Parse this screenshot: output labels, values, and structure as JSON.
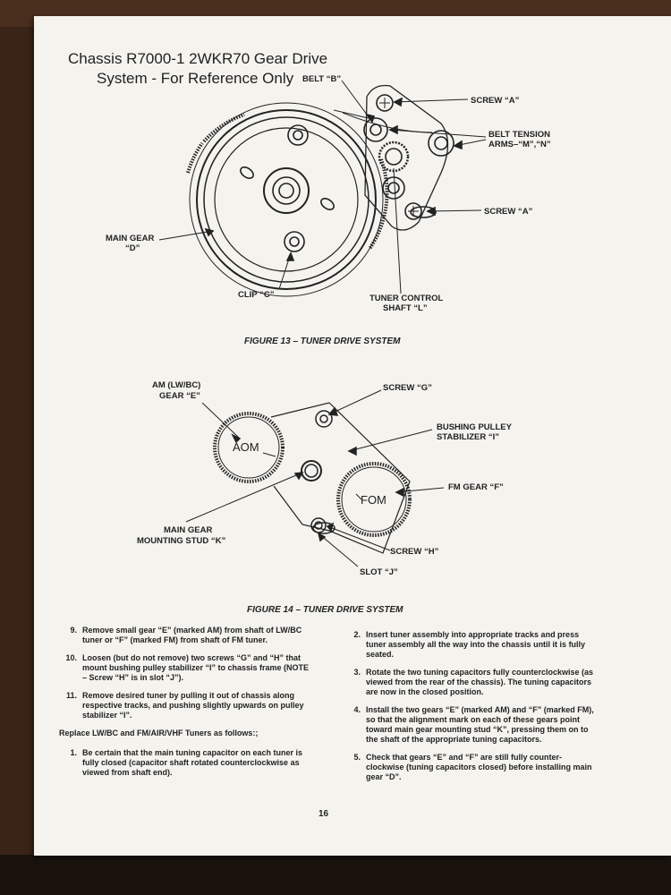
{
  "document": {
    "title_line1": "Chassis R7000-1 2WKR70 Gear Drive",
    "title_line2": "System - For Reference Only",
    "page_number": "16"
  },
  "figure13": {
    "caption": "FIGURE 13 – TUNER DRIVE SYSTEM",
    "labels": {
      "belt_b": "BELT “B”",
      "screw_a_top": "SCREW “A”",
      "belt_tension_1": "BELT TENSION",
      "belt_tension_2": "ARMS–“M”,“N”",
      "screw_a_bottom": "SCREW “A”",
      "main_gear_1": "MAIN GEAR",
      "main_gear_2": "“D”",
      "clip_c": "CLIP “C”",
      "tuner_control_1": "TUNER CONTROL",
      "tuner_control_2": "SHAFT “L”"
    }
  },
  "figure14": {
    "caption": "FIGURE 14 – TUNER DRIVE SYSTEM",
    "labels": {
      "am_gear_1": "AM (LW/BC)",
      "am_gear_2": "GEAR “E”",
      "screw_g": "SCREW “G”",
      "bushing_1": "BUSHING PULLEY",
      "bushing_2": "STABILIZER “I”",
      "fm_gear": "FM GEAR “F”",
      "main_stud_1": "MAIN GEAR",
      "main_stud_2": "MOUNTING STUD “K”",
      "screw_h": "SCREW “H”",
      "slot_j": "SLOT “J”",
      "am_mark": "AOM",
      "fm_mark": "FOM"
    }
  },
  "instructions_left": {
    "items": [
      {
        "num": "9.",
        "text": "Remove small gear “E” (marked AM) from shaft of LW/BC tuner or “F” (marked FM) from shaft of FM tuner."
      },
      {
        "num": "10.",
        "text": "Loosen (but do not remove) two screws “G” and “H” that mount bushing pulley stabilizer “I” to chassis frame (NOTE – Screw “H” is in slot “J”)."
      },
      {
        "num": "11.",
        "text": "Remove desired tuner by pulling it out of chassis along respective tracks, and pushing slightly upwards on pulley stabilizer “I”."
      }
    ],
    "replace_heading": "Replace LW/BC and FM/AIR/VHF Tuners as follows:;",
    "items2": [
      {
        "num": "1.",
        "text": "Be certain that the main tuning capacitor on each tuner is fully closed (capacitor shaft rotated counterclockwise as viewed from shaft end)."
      }
    ]
  },
  "instructions_right": {
    "items": [
      {
        "num": "2.",
        "text": "Insert tuner assembly into appropriate tracks and press tuner assembly all the way into the chassis until it is fully seated."
      },
      {
        "num": "3.",
        "text": "Rotate the two tuning capacitors fully counterclockwise (as viewed from the rear of the chassis). The tuning capacitors are now in the closed position."
      },
      {
        "num": "4.",
        "text": "Install the two gears “E” (marked AM) and “F” (marked FM), so that the alignment mark on each of these gears point toward main gear mounting stud “K”, pressing them on to the shaft of the appropriate tuning capacitors."
      },
      {
        "num": "5.",
        "text": "Check that gears “E” and “F” are still fully counter-clockwise (tuning capacitors closed) before installing main gear “D”."
      }
    ]
  }
}
